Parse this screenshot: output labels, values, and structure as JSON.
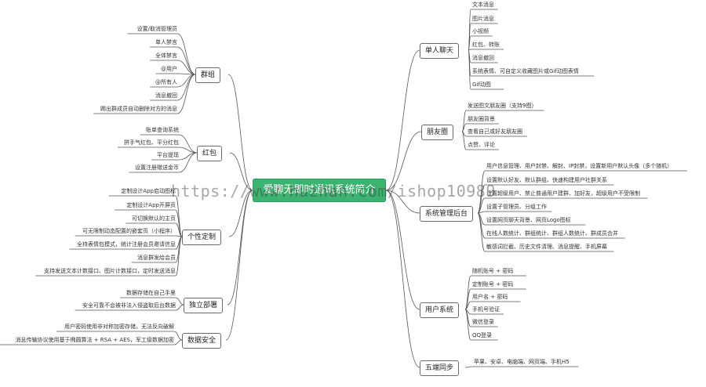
{
  "root": "爱聊无即时通讯系统简介",
  "watermark": "https://www.huzhan.com/ishop10989",
  "colors": {
    "root_bg": "#3cb371",
    "line": "#555555"
  },
  "branches": {
    "qunzu": {
      "label": "群组",
      "leaves": [
        "设置/取消管理员",
        "单人禁言",
        "全体禁言",
        "@用户",
        "@所有人",
        "消息撤回",
        "踢出群成员自动删除对方的消息"
      ]
    },
    "hongbao": {
      "label": "红包",
      "leaves": [
        "账单查询系统",
        "拼手气红包、平分红包",
        "平台提现",
        "设置注册赠送金币"
      ]
    },
    "gexing": {
      "label": "个性定制",
      "leaves": [
        "定制设计App启动图标",
        "定制设计App开屏页",
        "可切换默认的主页",
        "可无限制动态配置的嵌套页（小程序）",
        "全持表情包模式，统计注册会员邀请信息",
        "消息群发给会员",
        "支持发送文本计数接口、图片计数接口，定时发送消息"
      ]
    },
    "duli": {
      "label": "独立部署",
      "leaves": [
        "数据存储在自己手里",
        "安全可靠不会被非法入侵盗取后台数据"
      ]
    },
    "anquan": {
      "label": "数据安全",
      "leaves": [
        "用户密码使用非对称加密存储，无法反向破解",
        "消息传输协议使用基于椭圆算法 + RSA + AES，军工级数据加密"
      ]
    },
    "danliao": {
      "label": "单人聊天",
      "leaves": [
        "文本消息",
        "图片消息",
        "小视频",
        "红包、转账",
        "消息撤回",
        "系统表情、可自定义收藏图片或Gif动图表情",
        "Gif动图"
      ]
    },
    "pengyou": {
      "label": "朋友圈",
      "leaves": [
        "发送图文朋友圈（支持9图）",
        "朋友圈背景",
        "查看自己或好友朋友圈",
        "点赞、评论"
      ]
    },
    "houtai": {
      "label": "系统管理后台",
      "leaves": [
        "用户信息管理、用户封禁、解封、IP封禁，设置新用户默认头像（多个随机）",
        "设置默认好友、默认群组、快速构建用户社群关系",
        "设置超级用户、禁止普通用户建群、加好友，超级用户不受限制",
        "设置子管理员、分组工作",
        "设置网页聊天背景、网页Logo图标",
        "在线人数统计、群组统计、群组人数统计、群成员合并",
        "敏感词拦截、历史文件清理、消息提醒、手机屏幕"
      ]
    },
    "yonghu": {
      "label": "用户系统",
      "leaves": [
        "随机账号 + 密码",
        "定制账号 + 密码",
        "用户名 + 密码",
        "手机号验证",
        "微信登录",
        "QQ登录"
      ]
    },
    "wuduan": {
      "label": "五端同步",
      "leaves": [
        "苹果、安卓、电脑端、网页端、手机H5"
      ]
    }
  }
}
